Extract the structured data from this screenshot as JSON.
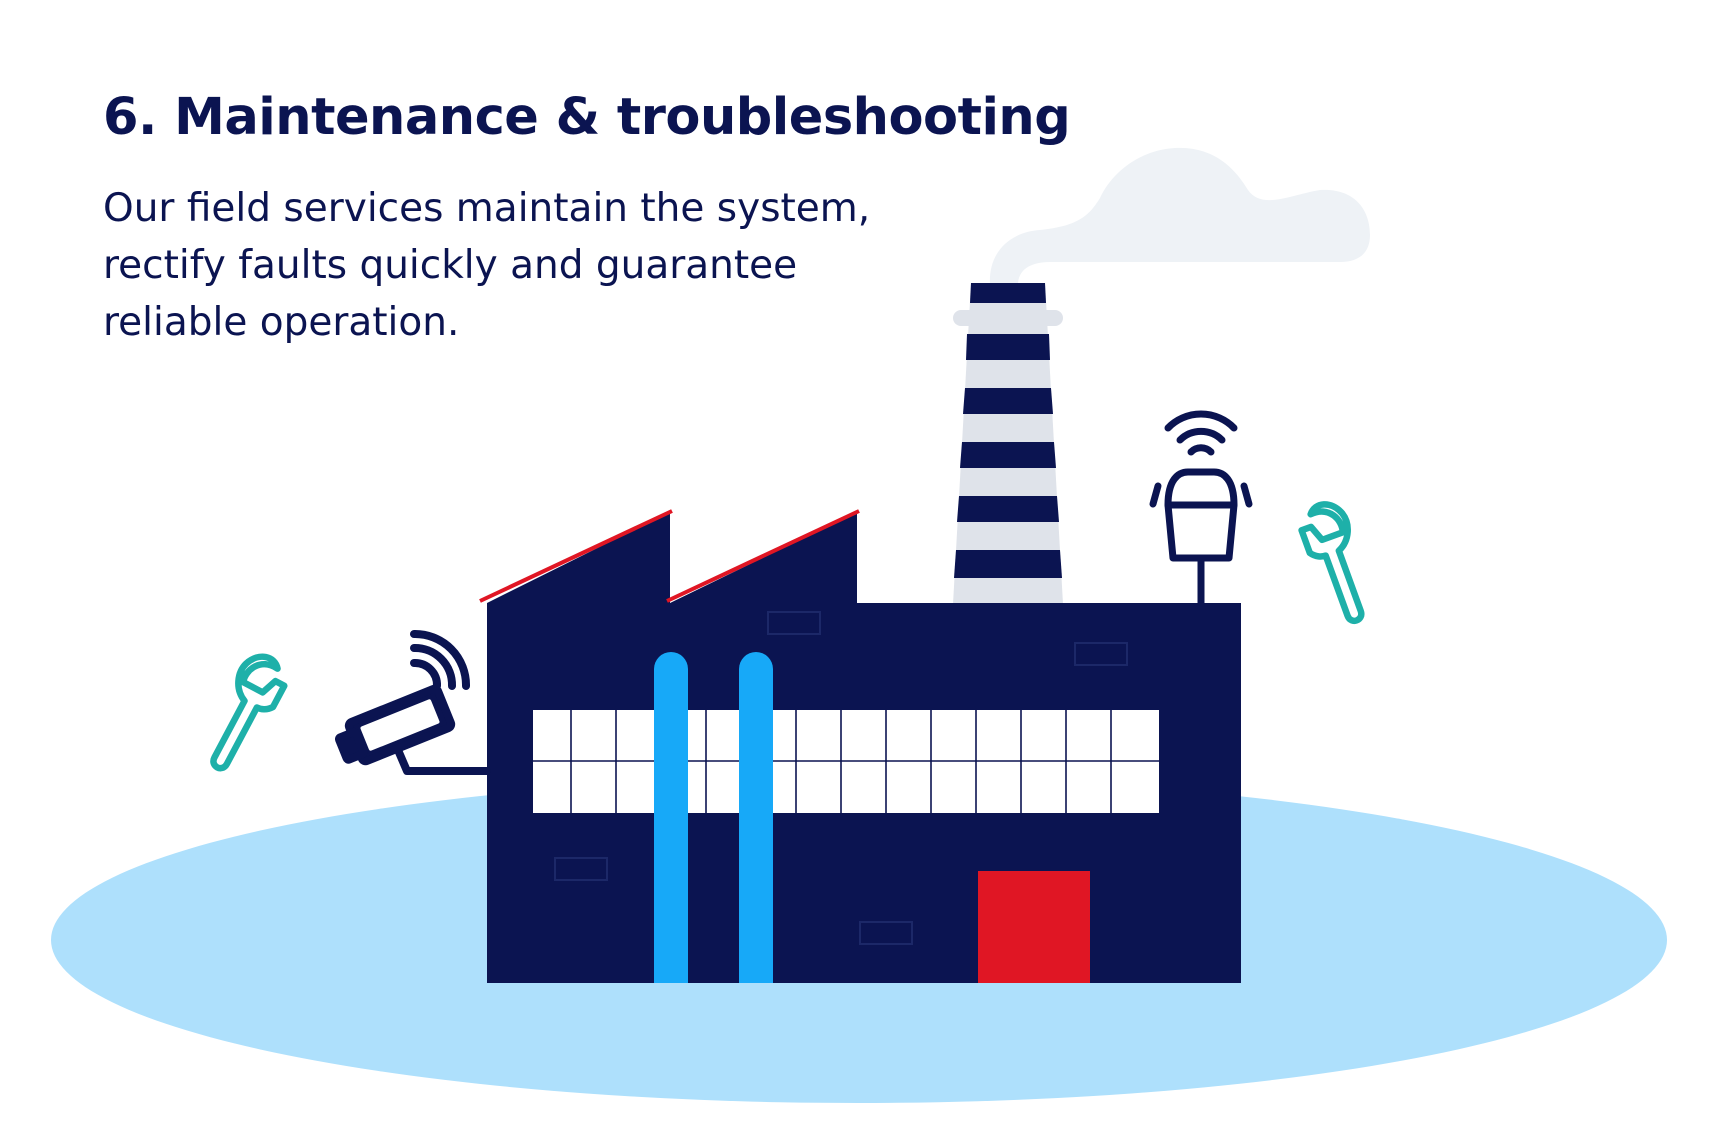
{
  "heading": "6. Maintenance & troubleshooting",
  "description": "Our field services maintain the system, rectify faults quickly and guarantee reliable operation.",
  "colors": {
    "navy": "#0b1451",
    "ground": "#aee0fc",
    "pipe": "#17a9f8",
    "door": "#e01624",
    "roof_edge": "#e01624",
    "wrench": "#1eb0a9",
    "cloud": "#eef2f6",
    "chimney_stripe": "#dfe3ea",
    "window": "#ffffff"
  },
  "icons": [
    "factory-illustration",
    "chimney",
    "smoke-cloud",
    "security-camera-icon",
    "wireless-sensor-icon",
    "wrench-icon"
  ]
}
